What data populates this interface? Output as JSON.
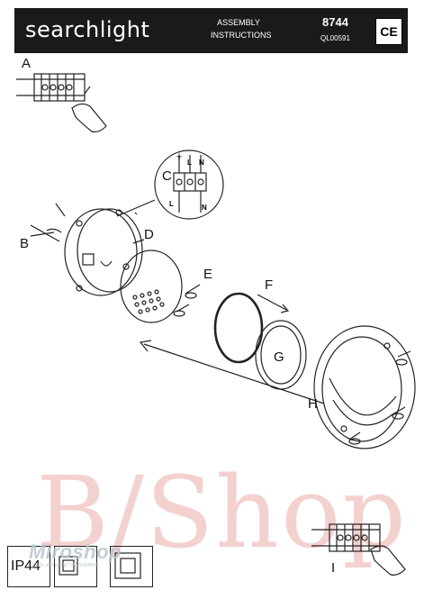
{
  "header": {
    "brand": "searchlight",
    "title_line1": "ASSEMBLY",
    "title_line2": "INSTRUCTIONS",
    "model": "8744",
    "code": "QL00591",
    "ce_mark": "CE"
  },
  "step_labels": {
    "a": "A",
    "b": "B",
    "c": "C",
    "d": "D",
    "e": "E",
    "f": "F",
    "g": "G",
    "h": "H",
    "i": "I"
  },
  "terminal_labels": {
    "top_earth": "⏚",
    "top_l": "L",
    "top_n": "N",
    "bottom_l": "L",
    "bottom_n": "N"
  },
  "footer": {
    "ip_rating": "IP44"
  },
  "watermarks": {
    "miroshop": "Miroshop",
    "miroshop_sub": "СЕТЬ ИНТЕРНЕТ МАГАЗИНОВ",
    "bshop": "B/Shop"
  },
  "colors": {
    "header_bg": "#1a1a1a",
    "line": "#222222",
    "watermark_pink": "#f1c6c4",
    "watermark_grey": "#b9c5cf"
  }
}
